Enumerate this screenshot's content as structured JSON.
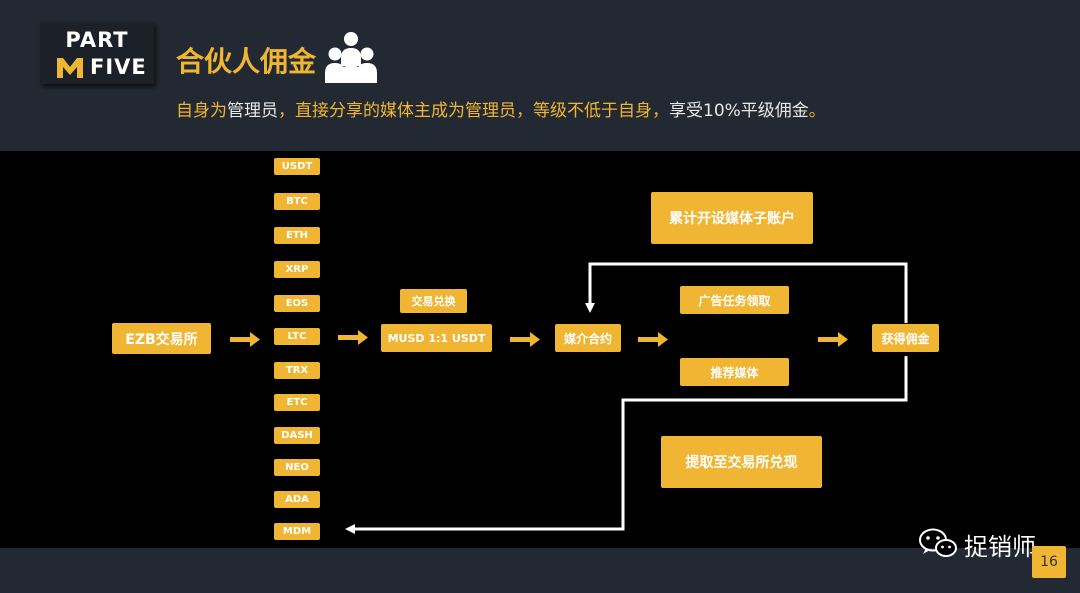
{
  "header": {
    "part_top": "PART",
    "part_bottom": "FIVE",
    "title": "合伙人佣金",
    "subtitle_1": "自身为",
    "subtitle_2": "管理员",
    "subtitle_3": "，直接分享的媒体主成为管理员，等级不低于自身，",
    "subtitle_4": "享受10%平级佣金",
    "subtitle_5": "。"
  },
  "flow": {
    "exchange": "EZB交易所",
    "coins": [
      "USDT",
      "BTC",
      "ETH",
      "XRP",
      "EOS",
      "LTC",
      "TRX",
      "ETC",
      "DASH",
      "NEO",
      "ADA",
      "MDM"
    ],
    "convert_label": "交易兑换",
    "musd": "MUSD 1:1 USDT",
    "media_contract": "媒介合约",
    "accumulate": "累计开设媒体子账户",
    "ad_task": "广告任务领取",
    "recommend": "推荐媒体",
    "commission": "获得佣金",
    "withdraw": "提取至交易所兑现"
  },
  "footer": {
    "page_number": "16",
    "watermark": "捉销师"
  },
  "colors": {
    "accent": "#f0b532",
    "header_bg": "#232932",
    "body_bg": "#000000"
  }
}
